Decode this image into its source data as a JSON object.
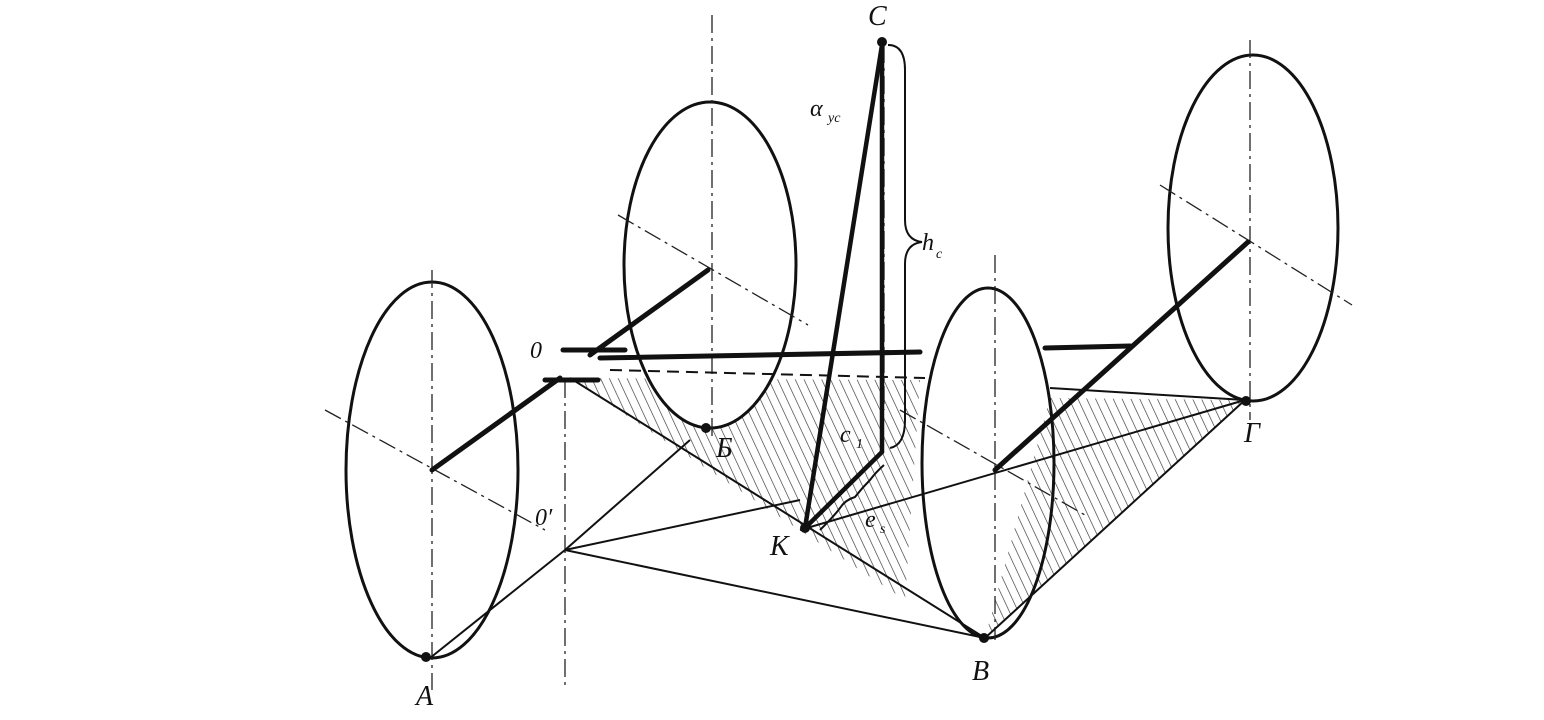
{
  "labels": {
    "A": "A",
    "B_cyr": "Б",
    "V": "В",
    "G": "Г",
    "C": "C",
    "O": "0",
    "O_prime": "0′",
    "K": "K",
    "alpha": "α",
    "alpha_sub": "ус",
    "h": "h",
    "h_sub": "c",
    "c1": "c",
    "c1_sub": "1",
    "e": "e",
    "e_sub": "s"
  },
  "colors": {
    "line": "#111111",
    "hatch": "#333333",
    "background": "#ffffff"
  }
}
